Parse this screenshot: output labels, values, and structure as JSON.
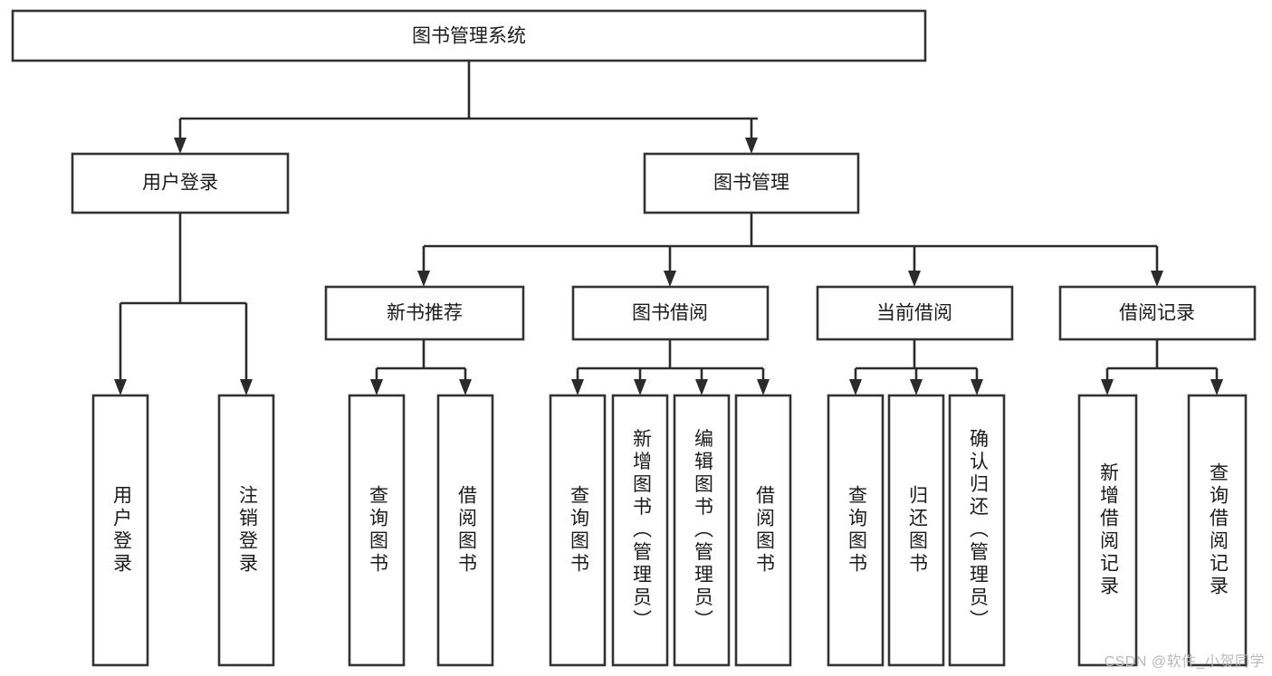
{
  "diagram": {
    "type": "tree-hierarchy",
    "title": "图书管理系统",
    "watermark": "CSDN @软件_小贺同学",
    "background_color": "#ffffff",
    "box_stroke_color": "#333333",
    "edge_color": "#2b2b2b",
    "text_color": "#1b1b1b",
    "watermark_color": "#b9b9b9",
    "root": {
      "label": "图书管理系统"
    },
    "level2": [
      {
        "label": "用户登录"
      },
      {
        "label": "图书管理"
      }
    ],
    "level3": [
      {
        "label": "新书推荐"
      },
      {
        "label": "图书借阅"
      },
      {
        "label": "当前借阅"
      },
      {
        "label": "借阅记录"
      }
    ],
    "leaves": {
      "user_login": [
        {
          "label": "用户登录"
        },
        {
          "label": "注销登录"
        }
      ],
      "new_book_recommend": [
        {
          "label": "查询图书"
        },
        {
          "label": "借阅图书"
        }
      ],
      "book_borrow": [
        {
          "label": "查询图书"
        },
        {
          "label": "新增图书（管理员）"
        },
        {
          "label": "编辑图书（管理员）"
        },
        {
          "label": "借阅图书"
        }
      ],
      "current_borrow": [
        {
          "label": "查询图书"
        },
        {
          "label": "归还图书"
        },
        {
          "label": "确认归还（管理员）"
        }
      ],
      "borrow_record": [
        {
          "label": "新增借阅记录"
        },
        {
          "label": "查询借阅记录"
        }
      ]
    }
  }
}
